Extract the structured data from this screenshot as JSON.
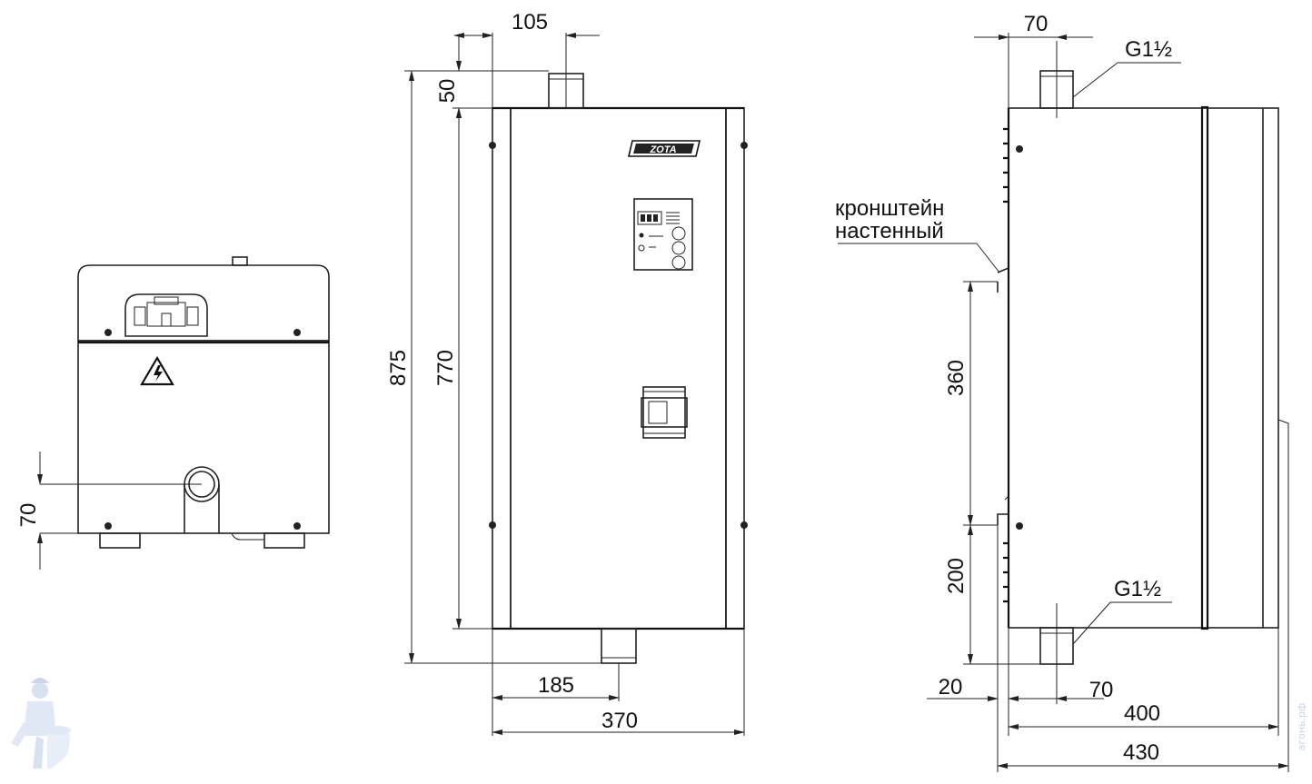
{
  "dimensions": {
    "top_offset_105": "105",
    "top_pipe_50": "50",
    "overall_height_875": "875",
    "body_height_770": "770",
    "bottom_pipe_185": "185",
    "width_370": "370",
    "side_pipe_70_top": "70",
    "side_360": "360",
    "side_200": "200",
    "side_20": "20",
    "side_70_bottom": "70",
    "depth_400": "400",
    "depth_430": "430",
    "bottom_view_70": "70"
  },
  "labels": {
    "thread_top": "G1½",
    "thread_bottom": "G1½",
    "bracket_line1": "кронштейн",
    "bracket_line2": "настенный",
    "brand": "ZOTA"
  },
  "watermark": {
    "site": "агонь.рф"
  },
  "icons": [
    "high-voltage-warning-icon",
    "plumber-mascot-icon",
    "control-panel",
    "circuit-breaker"
  ]
}
